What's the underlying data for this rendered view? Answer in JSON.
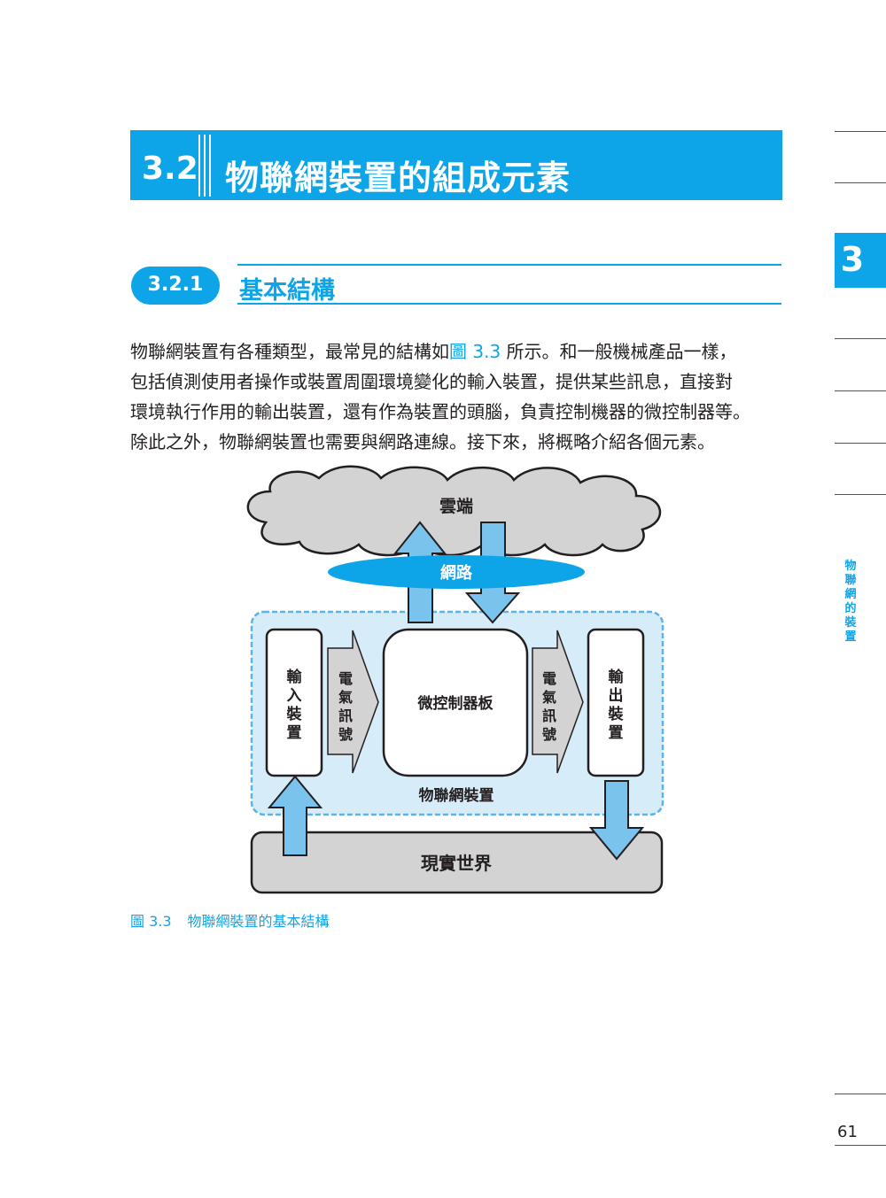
{
  "section": {
    "number": "3.2",
    "title": "物聯網裝置的組成元素"
  },
  "subsection": {
    "number": "3.2.1",
    "title": "基本結構"
  },
  "body": {
    "line1_a": "物聯網裝置有各種類型，最常見的結構如",
    "line1_ref": "圖 3.3",
    "line1_b": " 所示。和一般機械產品一樣，",
    "line2": "包括偵測使用者操作或裝置周圍環境變化的輸入裝置，提供某些訊息，直接對",
    "line3": "環境執行作用的輸出裝置，還有作為裝置的頭腦，負責控制機器的微控制器等。",
    "line4": "除此之外，物聯網裝置也需要與網路連線。接下來，將概略介紹各個元素。"
  },
  "diagram": {
    "cloud": "雲端",
    "network": "網路",
    "input_device": [
      "輸",
      "入",
      "裝",
      "置"
    ],
    "signal_left": [
      "電",
      "氣",
      "訊",
      "號"
    ],
    "mcu_board": "微控制器板",
    "signal_right": [
      "電",
      "氣",
      "訊",
      "號"
    ],
    "output_device": [
      "輸",
      "出",
      "裝",
      "置"
    ],
    "iot_device": "物聯網裝置",
    "real_world": "現實世界"
  },
  "caption": {
    "number": "圖 3.3",
    "text": "物聯網裝置的基本結構"
  },
  "side": {
    "chapter": "3",
    "title": [
      "物",
      "聯",
      "網",
      "的",
      "裝",
      "置"
    ]
  },
  "page_number": "61",
  "colors": {
    "accent": "#0ea5e8",
    "light_blue": "#d6ecf8",
    "arrow_blue": "#7ac3ec",
    "gray": "#d3d3d3"
  }
}
